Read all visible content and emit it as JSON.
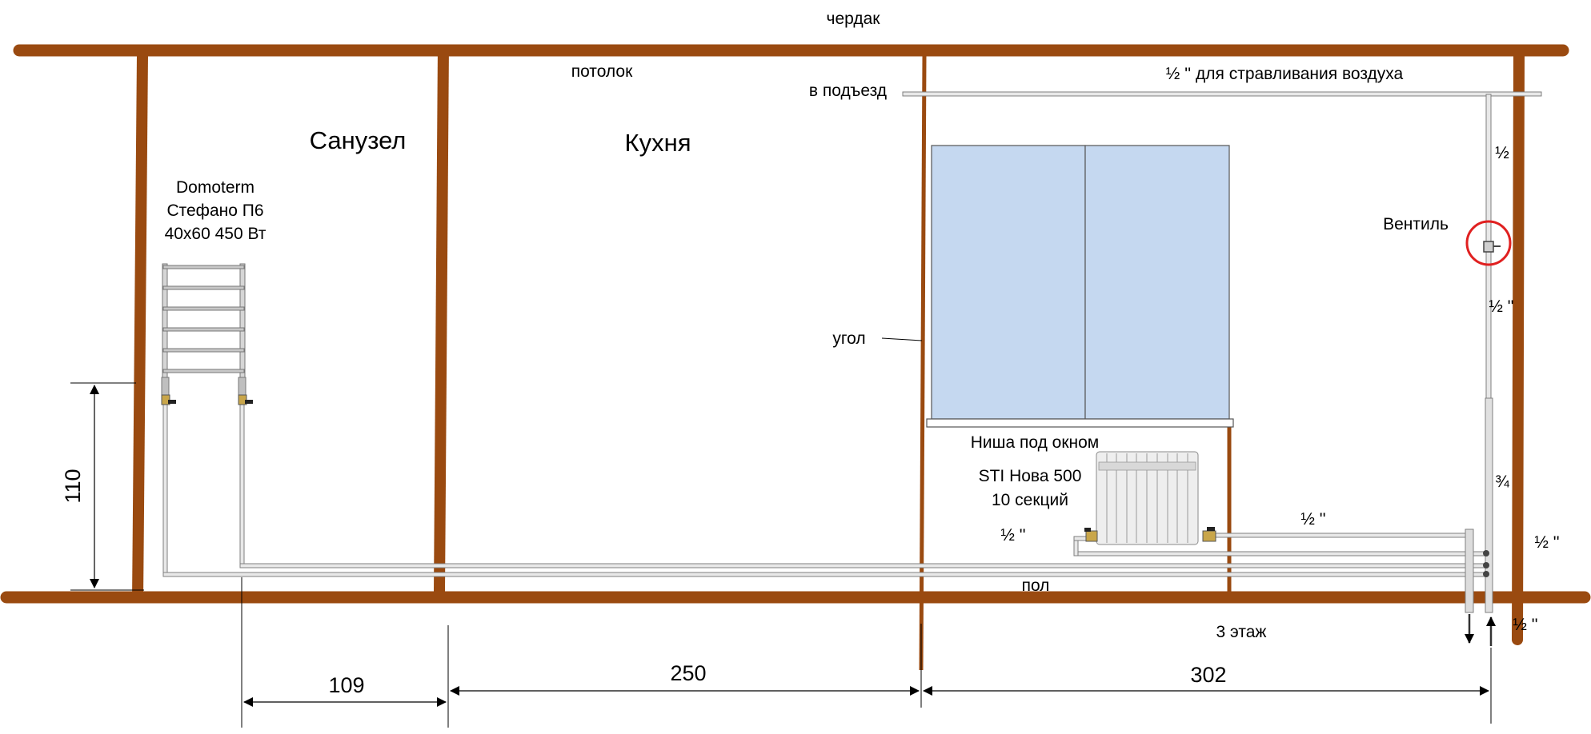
{
  "labels": {
    "attic": "чердак",
    "ceiling": "потолок",
    "to_entrance": "в подъезд",
    "air_release": "½ '' для стравливания воздуха",
    "bathroom": "Санузел",
    "kitchen": "Кухня",
    "towel_line1": "Domoterm",
    "towel_line2": "Стефано П6",
    "towel_line3": "40х60 450 Вт",
    "valve": "Вентиль",
    "corner": "угол",
    "niche": "Ниша под окном",
    "radiator_line1": "STI Нова 500",
    "radiator_line2": "10 секций",
    "floor": "пол",
    "floor_level": "3 этаж",
    "riser_top_size": "½",
    "riser_mid_size": "½ ''",
    "riser_low_size": "¾",
    "right_size": "½ ''",
    "bottom_right_size": "½ ''",
    "rad_left_size": "½ ''",
    "rad_right_size": "½ ''"
  },
  "dimensions": {
    "height": "110",
    "d1": "109",
    "d2": "250",
    "d3": "302"
  },
  "colors": {
    "beam": "#9a4a10",
    "pipe_stroke": "#7f7f7f",
    "window_fill": "#c5d8f0",
    "valve_circle": "#e02020"
  }
}
